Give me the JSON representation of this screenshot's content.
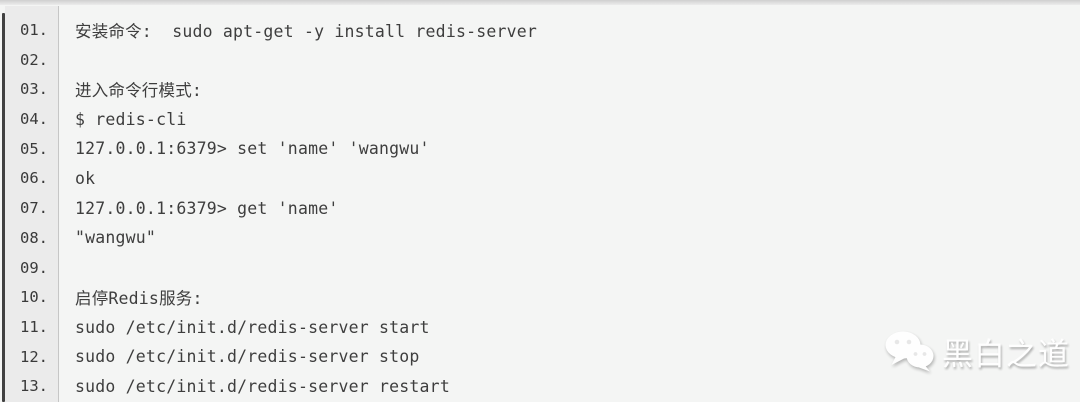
{
  "page": {
    "background": "#f4f5f4",
    "top_band_color": "#cfcfcf"
  },
  "code_viewer": {
    "gutter_bg": "#ebebeb",
    "accent_bar_color": "#414141",
    "separator_color": "#c6c6c6",
    "text_color": "#3e3e3e",
    "lines": [
      {
        "number": "01.",
        "text": "安装命令:  sudo apt-get -y install redis-server"
      },
      {
        "number": "02.",
        "text": ""
      },
      {
        "number": "03.",
        "text": "进入命令行模式:"
      },
      {
        "number": "04.",
        "text": "$ redis-cli"
      },
      {
        "number": "05.",
        "text": "127.0.0.1:6379> set 'name' 'wangwu'"
      },
      {
        "number": "06.",
        "text": "ok"
      },
      {
        "number": "07.",
        "text": "127.0.0.1:6379> get 'name'"
      },
      {
        "number": "08.",
        "text": "\"wangwu\""
      },
      {
        "number": "09.",
        "text": ""
      },
      {
        "number": "10.",
        "text": "启停Redis服务:"
      },
      {
        "number": "11.",
        "text": "sudo /etc/init.d/redis-server start"
      },
      {
        "number": "12.",
        "text": "sudo /etc/init.d/redis-server stop"
      },
      {
        "number": "13.",
        "text": "sudo /etc/init.d/redis-server restart"
      }
    ]
  },
  "watermark": {
    "label": "黑白之道",
    "icon": "wechat-logo-icon",
    "color": "#ffffff"
  }
}
